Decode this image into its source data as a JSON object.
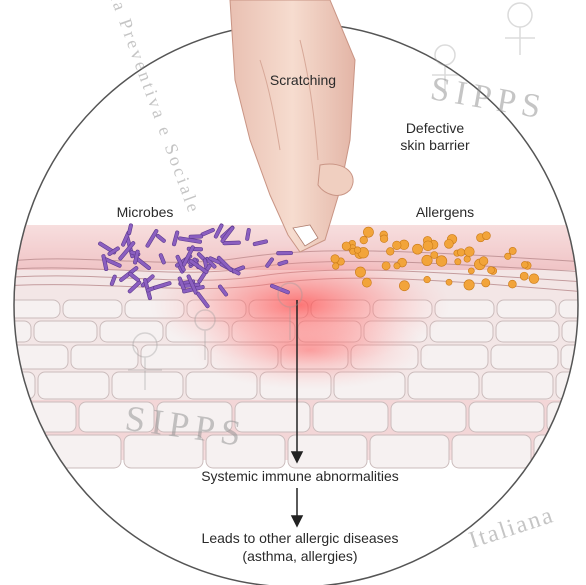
{
  "labels": {
    "scratching": "Scratching",
    "defective_barrier": "Defective\nskin barrier",
    "microbes": "Microbes",
    "allergens": "Allergens",
    "systemic": "Systemic immune abnormalities",
    "leads_to": "Leads to other allergic diseases",
    "examples": "(asthma, allergies)"
  },
  "watermark": {
    "sipps": "SIPPS",
    "italiana": "Italiana",
    "pediatria": "Pediatria Preventiva e Sociale"
  },
  "colors": {
    "skin_pink": "#f2c9cc",
    "microbes_purple": "#8b5fc0",
    "allergens_orange": "#f2a43a",
    "inflammation_red": "#ff5a5a",
    "circle_outline": "#555555"
  }
}
